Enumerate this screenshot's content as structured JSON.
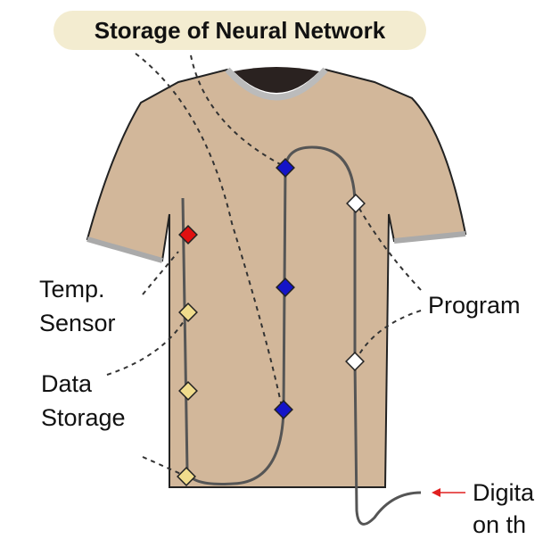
{
  "title": "Storage of Neural Network",
  "labels": {
    "temp_line1": "Temp.",
    "temp_line2": "Sensor",
    "data_line1": "Data",
    "data_line2": "Storage",
    "program": "Program",
    "digital_line1": "Digita",
    "digital_line2": "on th"
  },
  "colors": {
    "shirt": "#d2b79a",
    "neural_node": "#1414c8",
    "program_node": "#ffffff",
    "temp_node": "#e01010",
    "storage_node": "#f0dc8c",
    "arrow": "#e02020",
    "title_bg": "#f3ecd0"
  }
}
